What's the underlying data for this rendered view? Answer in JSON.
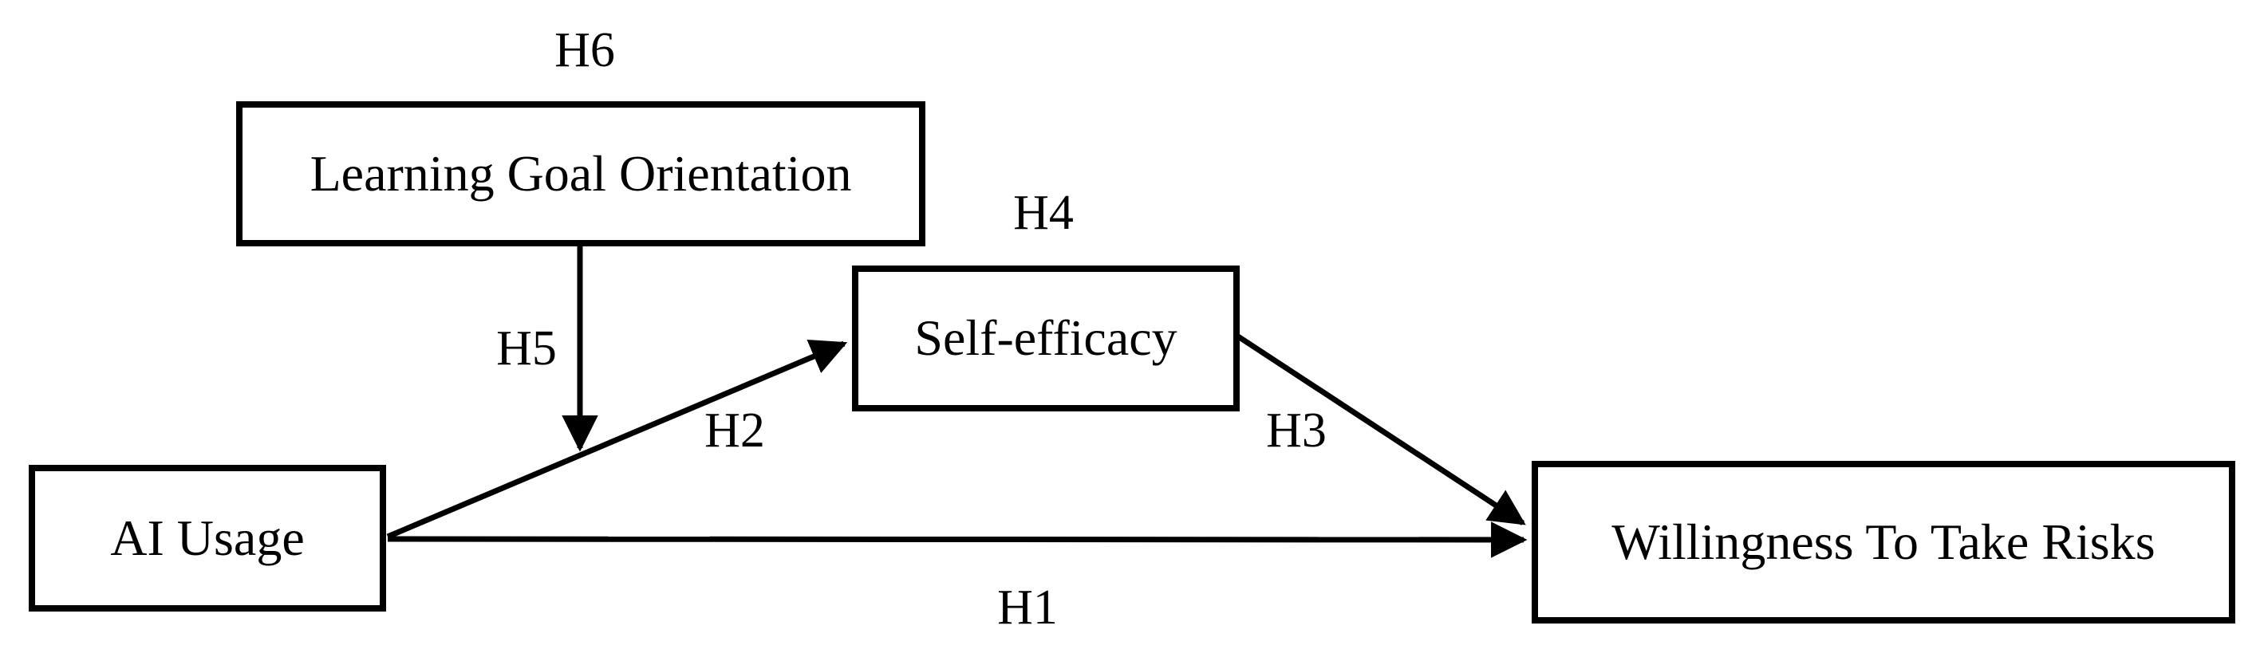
{
  "diagram": {
    "background_color": "#ffffff",
    "line_color": "#000000",
    "nodes": {
      "lgo": {
        "label": "Learning Goal Orientation"
      },
      "se": {
        "label": "Self-efficacy"
      },
      "ai": {
        "label": "AI Usage"
      },
      "wtr": {
        "label": "Willingness To Take Risks"
      }
    },
    "edges": {
      "h1": {
        "label": "H1",
        "from": "ai-usage",
        "to": "willingness-to-take-risks"
      },
      "h2": {
        "label": "H2",
        "from": "ai-usage",
        "to": "self-efficacy"
      },
      "h3": {
        "label": "H3",
        "from": "self-efficacy",
        "to": "willingness-to-take-risks"
      },
      "h5": {
        "label": "H5",
        "from": "learning-goal-orientation",
        "to": "h2-path"
      }
    },
    "floating_labels": {
      "h4": {
        "label": "H4",
        "above": "self-efficacy"
      },
      "h6": {
        "label": "H6",
        "above": "learning-goal-orientation"
      }
    }
  }
}
